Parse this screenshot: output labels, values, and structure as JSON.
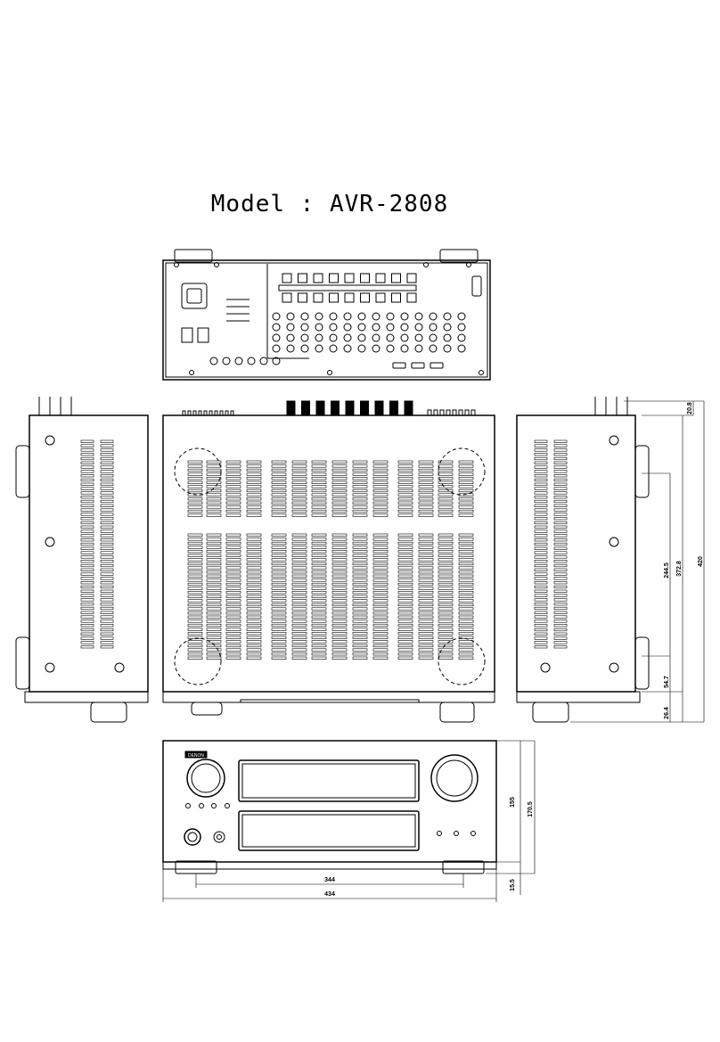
{
  "title": "Model : AVR-2808",
  "brand_badge": "DENON",
  "dimensions": {
    "side_total_depth": "420",
    "side_body_depth": "372.8",
    "side_foot_span": "244.5",
    "side_rear_projection": "20.8",
    "side_front_to_foot": "54.7",
    "side_front_projection": "26.4",
    "front_height": "155",
    "front_height_with_feet": "170.5",
    "front_foot_height": "15.5",
    "front_foot_spacing": "344",
    "front_width": "434"
  }
}
